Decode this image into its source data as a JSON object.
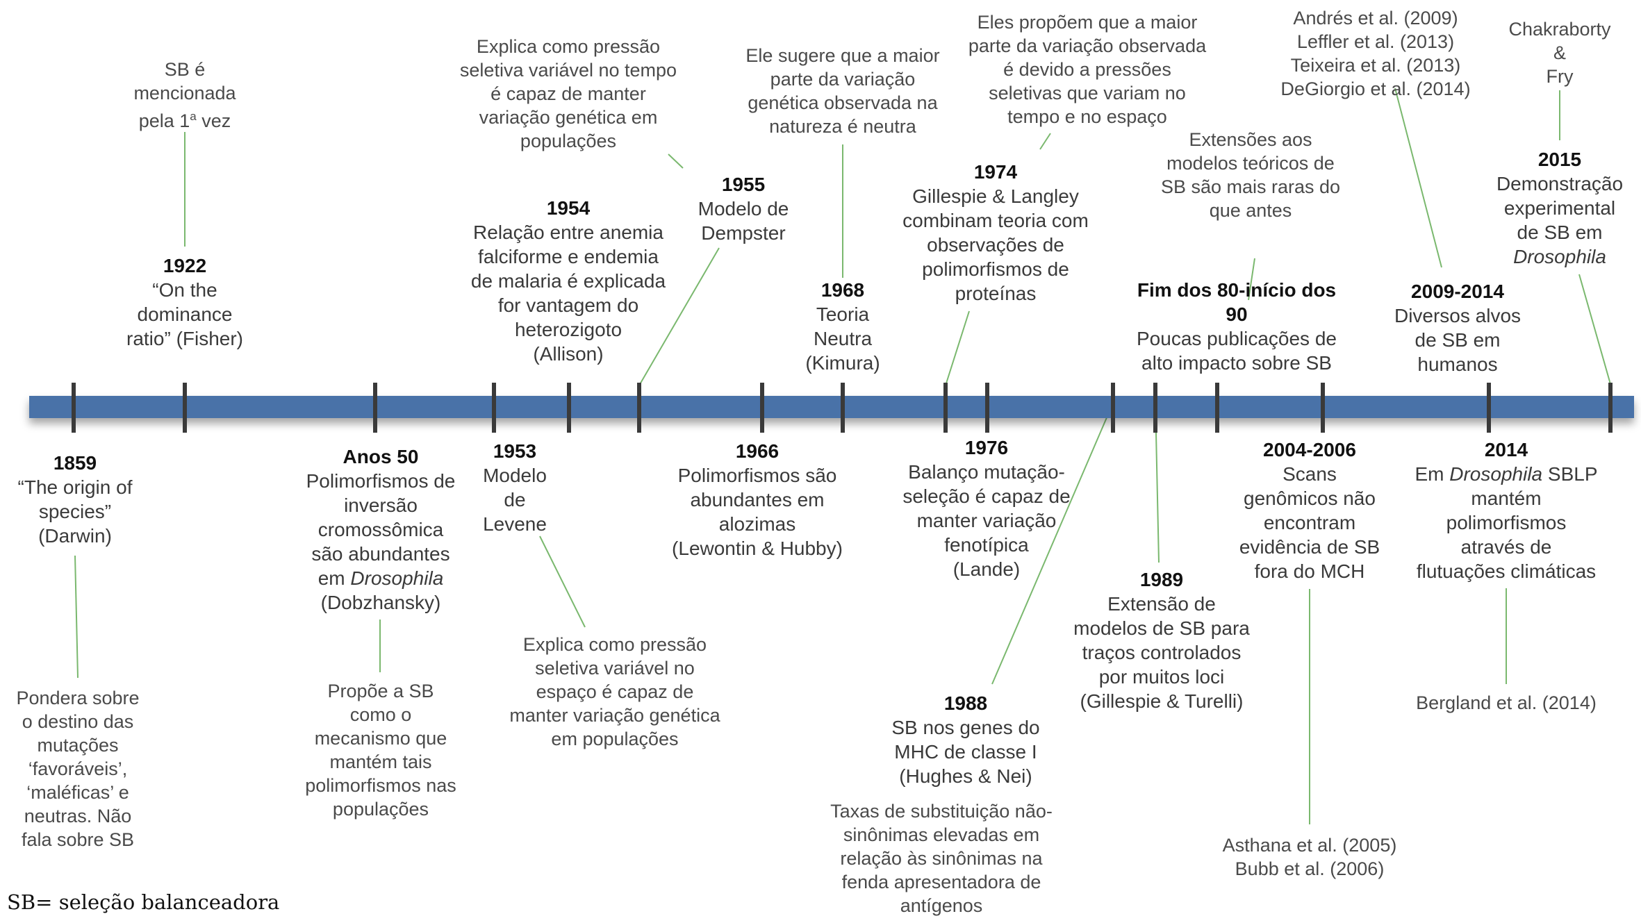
{
  "colors": {
    "axis": "#4a72a8",
    "tick": "#3a3a3a",
    "connector": "#7ab86e",
    "text": "#3a3a3a"
  },
  "footer": "SB= seleção balanceadora",
  "events": [
    {
      "id": "e1859",
      "year": "1859",
      "lines": [
        "“The origin of",
        "species”",
        "(Darwin)"
      ]
    },
    {
      "id": "e1922",
      "year": "1922",
      "lines": [
        "“On the",
        "dominance",
        "ratio” (Fisher)"
      ]
    },
    {
      "id": "e1950s",
      "year": "Anos 50",
      "lines": [
        "Polimorfismos de",
        "inversão",
        "cromossômica",
        "são abundantes",
        "em <i>Drosophila</i>",
        "(Dobzhansky)"
      ]
    },
    {
      "id": "e1953",
      "year": "1953",
      "lines": [
        "Modelo",
        "de",
        "Levene"
      ]
    },
    {
      "id": "e1954",
      "year": "1954",
      "lines": [
        "Relação entre anemia",
        "falciforme e endemia",
        "de malaria é explicada",
        "for vantagem do",
        "heterozigoto",
        "(Allison)"
      ]
    },
    {
      "id": "e1955",
      "year": "1955",
      "lines": [
        "Modelo de",
        "Dempster"
      ]
    },
    {
      "id": "e1966",
      "year": "1966",
      "lines": [
        "Polimorfismos são",
        "abundantes  em",
        "alozimas",
        "(Lewontin & Hubby)"
      ]
    },
    {
      "id": "e1968",
      "year": "1968",
      "lines": [
        "Teoria",
        "Neutra",
        "(Kimura)"
      ]
    },
    {
      "id": "e1974",
      "year": "1974",
      "lines": [
        "Gillespie & Langley",
        "combinam teoria com",
        "observações de",
        "polimorfismos de",
        "proteínas"
      ]
    },
    {
      "id": "e1976",
      "year": "1976",
      "lines": [
        "Balanço mutação-",
        "seleção é capaz de",
        "manter variação",
        "fenotípica",
        "(Lande)"
      ]
    },
    {
      "id": "e1988",
      "year": "1988",
      "lines": [
        "SB nos genes do",
        "MHC de classe I",
        "(Hughes & Nei)"
      ]
    },
    {
      "id": "e1989",
      "year": "1989",
      "lines": [
        "Extensão de",
        "modelos de SB para",
        "traços controlados",
        "por muitos loci",
        "(Gillespie & Turelli)"
      ]
    },
    {
      "id": "e80s90s",
      "year": "Fim dos 80-início dos",
      "year2": "90",
      "lines": [
        "Poucas publicações de",
        "alto impacto sobre SB"
      ]
    },
    {
      "id": "e2004",
      "year": "2004-2006",
      "lines": [
        "Scans",
        "genômicos não",
        "encontram",
        "evidência de  SB",
        "fora do MCH"
      ]
    },
    {
      "id": "e2009",
      "year": "2009-2014",
      "lines": [
        "Diversos alvos",
        "de SB em",
        "humanos"
      ]
    },
    {
      "id": "e2014",
      "year": "2014",
      "lines": [
        "Em <i>Drosophila</i> SBLP",
        "mantém",
        "polimorfismos",
        "através de",
        "flutuações climáticas"
      ]
    },
    {
      "id": "e2015",
      "year": "2015",
      "lines": [
        "Demonstração",
        "experimental",
        "de SB em",
        "<i>Drosophila</i>"
      ]
    }
  ],
  "notes": [
    {
      "id": "n1859",
      "lines": [
        "Pondera sobre",
        "o destino das",
        "mutações",
        "‘favoráveis’,",
        "‘maléficas’ e",
        "neutras. Não",
        "fala sobre SB"
      ]
    },
    {
      "id": "n1922",
      "lines": [
        "SB é",
        "mencionada",
        "pela 1<sup style=\"font-size:17px\">a</sup> vez"
      ]
    },
    {
      "id": "n1950s",
      "lines": [
        "Propõe a SB",
        "como o",
        "mecanismo que",
        "mantém tais",
        "polimorfismos nas",
        "populações"
      ]
    },
    {
      "id": "n1953",
      "lines": [
        "Explica como pressão",
        "seletiva variável no",
        "espaço é capaz de",
        "manter variação genética",
        "em populações"
      ]
    },
    {
      "id": "n1955",
      "lines": [
        "Explica como pressão",
        "seletiva variável no tempo",
        "é capaz de manter",
        "variação genética em",
        "populações"
      ]
    },
    {
      "id": "n1968",
      "lines": [
        "Ele sugere que a maior",
        "parte da variação",
        "genética observada na",
        "natureza é neutra"
      ]
    },
    {
      "id": "n1974",
      "lines": [
        "Eles propõem que a maior",
        "parte da variação observada",
        "é devido a pressões",
        "seletivas que variam no",
        "tempo e no espaço"
      ]
    },
    {
      "id": "n1988",
      "lines": [
        "Taxas de substituição não-",
        "sinônimas elevadas em",
        "relação às sinônimas na",
        "fenda apresentadora de",
        "antígenos"
      ]
    },
    {
      "id": "n80s90s",
      "lines": [
        "Extensões aos",
        "modelos teóricos de",
        "SB são mais raras do",
        "que antes"
      ]
    },
    {
      "id": "n2004",
      "lines": [
        "Asthana et al. (2005)",
        "Bubb et al. (2006)"
      ]
    },
    {
      "id": "n2009",
      "lines": [
        "Andrés et al. (2009)",
        "Leffler et al. (2013)",
        "Teixeira et al. (2013)",
        "DeGiorgio et al. (2014)"
      ]
    },
    {
      "id": "n2014",
      "lines": [
        "Bergland et al. (2014)"
      ]
    },
    {
      "id": "n2015",
      "lines": [
        "Chakraborty",
        "&",
        "Fry"
      ]
    }
  ]
}
